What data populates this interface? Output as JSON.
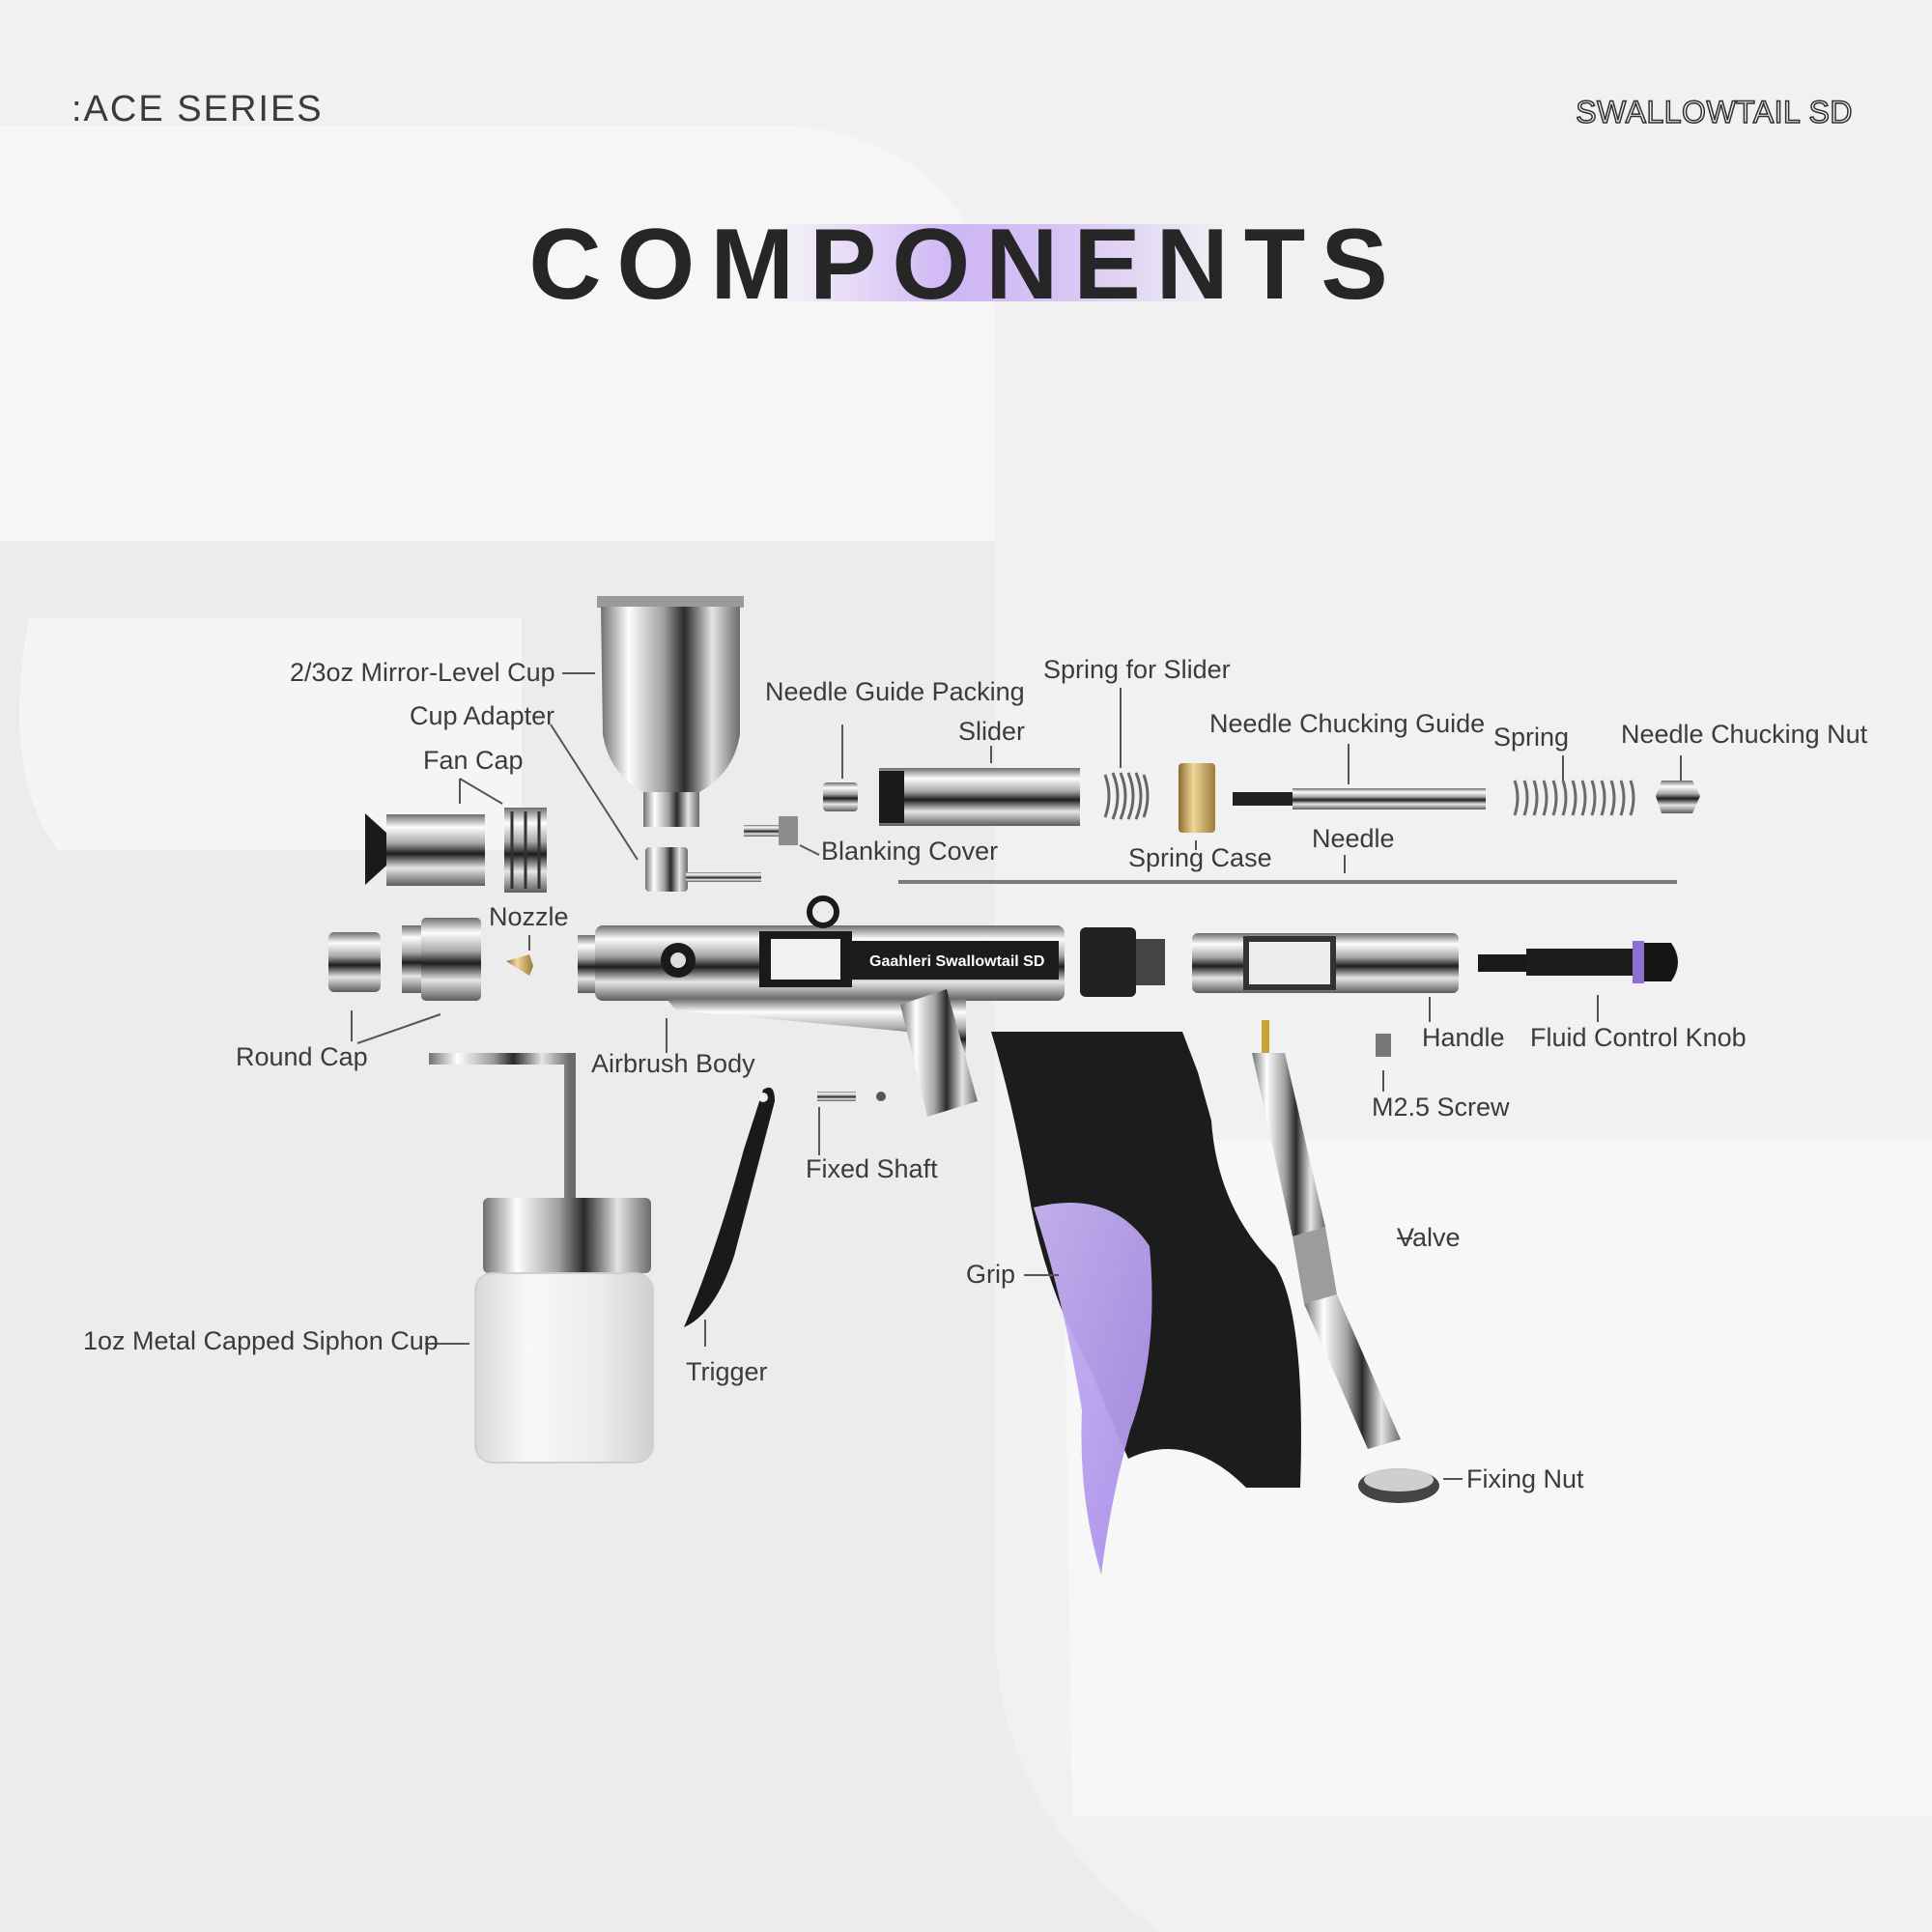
{
  "header": {
    "series": ":ACE SERIES",
    "model_badge": "SWALLOWTAIL SD",
    "title": "COMPONENTS"
  },
  "body_print": "Gaahleri Swallowtail SD",
  "labels": {
    "mirror_cup": "2/3oz Mirror-Level Cup",
    "cup_adapter": "Cup Adapter",
    "fan_cap": "Fan Cap",
    "needle_guide_packing": "Needle Guide Packing",
    "slider": "Slider",
    "spring_for_slider": "Spring for Slider",
    "needle_chucking_guide": "Needle Chucking Guide",
    "spring": "Spring",
    "needle_chucking_nut": "Needle Chucking Nut",
    "blanking_cover": "Blanking Cover",
    "spring_case": "Spring Case",
    "needle": "Needle",
    "nozzle": "Nozzle",
    "round_cap": "Round Cap",
    "airbrush_body": "Airbrush Body",
    "handle": "Handle",
    "fluid_control_knob": "Fluid Control Knob",
    "m25_screw": "M2.5 Screw",
    "fixed_shaft": "Fixed Shaft",
    "valve": "Valve",
    "grip": "Grip",
    "siphon_cup": "1oz Metal Capped Siphon Cup",
    "trigger": "Trigger",
    "fixing_nut": "Fixing Nut"
  },
  "colors": {
    "accent_lavender": "#b89cf0",
    "chrome_dark": "#1a1a1a",
    "grip_black": "#1c1c1c",
    "grip_purple": "#b9a2ee"
  }
}
